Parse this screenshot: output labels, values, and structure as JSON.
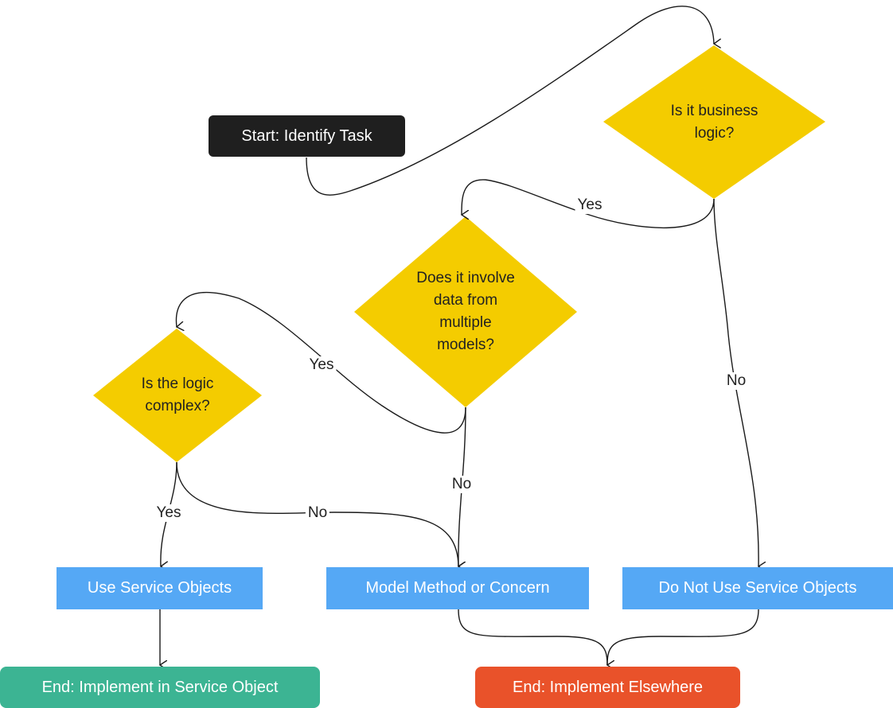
{
  "nodes": {
    "start": "Start: Identify Task",
    "q_business": "Is it business logic?",
    "q_models": "Does it involve data from multiple models?",
    "q_complex": "Is the logic complex?",
    "use_service": "Use Service Objects",
    "model_method": "Model Method or Concern",
    "do_not_use": "Do Not Use Service Objects",
    "end_service": "End: Implement in Service Object",
    "end_elsewhere": "End: Implement Elsewhere"
  },
  "edges": {
    "business_yes": "Yes",
    "business_no": "No",
    "models_yes": "Yes",
    "models_no": "No",
    "complex_yes": "Yes",
    "complex_no": "No"
  },
  "colors": {
    "decision": "#f4cc00",
    "start": "#1f1f1f",
    "action": "#55a8f5",
    "end_service": "#3cb493",
    "end_elsewhere": "#e9522a",
    "line": "#1a1a1a"
  }
}
